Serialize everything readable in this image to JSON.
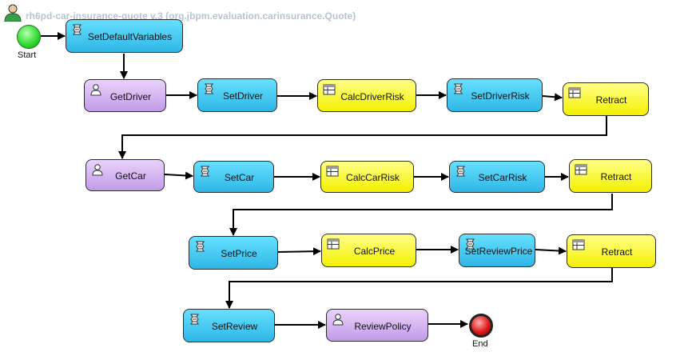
{
  "process": {
    "title": "rh6pd-car-insurance-quote v.3 (org.jbpm.evaluation.carinsurance.Quote)"
  },
  "events": {
    "start_label": "Start",
    "end_label": "End"
  },
  "nodes": {
    "set_default_variables": "SetDefaultVariables",
    "get_driver": "GetDriver",
    "set_driver": "SetDriver",
    "calc_driver_risk": "CalcDriverRisk",
    "set_driver_risk": "SetDriverRisk",
    "retract_1": "Retract",
    "get_car": "GetCar",
    "set_car": "SetCar",
    "calc_car_risk": "CalcCarRisk",
    "set_car_risk": "SetCarRisk",
    "retract_2": "Retract",
    "set_price": "SetPrice",
    "calc_price": "CalcPrice",
    "set_review_price": "SetReviewPrice",
    "retract_3": "Retract",
    "set_review": "SetReview",
    "review_policy": "ReviewPolicy"
  },
  "legend_icons": {
    "script_task": "script-icon",
    "human_task": "user-icon",
    "business_rule_task": "rule-table-icon"
  },
  "colors": {
    "script_task": "#2fb6e6",
    "human_task": "#c29be7",
    "business_rule_task": "#f4f000",
    "start_event": "#33dd33",
    "end_event": "#cc0000"
  }
}
